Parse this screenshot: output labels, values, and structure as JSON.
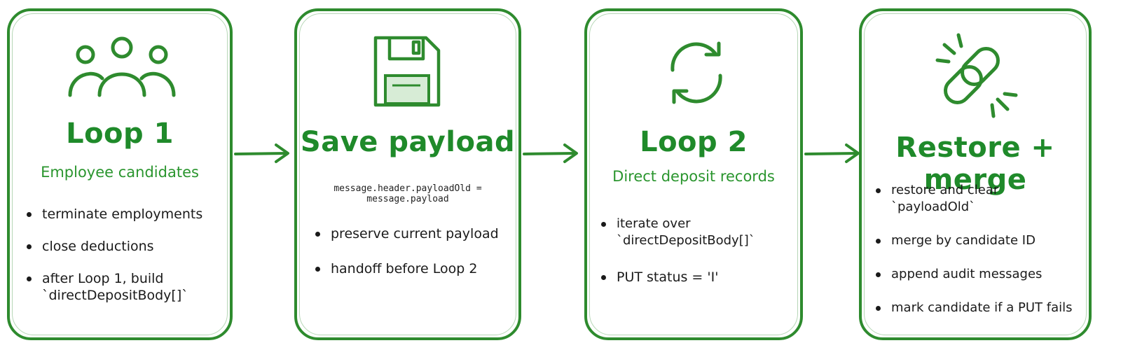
{
  "colors": {
    "stroke": "#2e8b2e",
    "title": "#1f8a2a",
    "text": "#1a1a1a"
  },
  "steps": [
    {
      "icon": "people-icon",
      "title": "Loop 1",
      "subtitle": "Employee candidates",
      "bullets": [
        "terminate employments",
        "close deductions",
        "after Loop 1, build `directDepositBody[]`"
      ]
    },
    {
      "icon": "floppy-disk-icon",
      "title": "Save payload",
      "code": "message.header.payloadOld = message.payload",
      "bullets": [
        "preserve current payload",
        "handoff before Loop 2"
      ]
    },
    {
      "icon": "refresh-icon",
      "title": "Loop 2",
      "subtitle": "Direct deposit records",
      "bullets": [
        "iterate over `directDepositBody[]`",
        "PUT status = 'I'"
      ]
    },
    {
      "icon": "chain-link-icon",
      "title": "Restore + merge",
      "bullets": [
        "restore and clear `payloadOld`",
        "merge by candidate ID",
        "append audit messages",
        "mark candidate if a PUT fails"
      ]
    }
  ]
}
